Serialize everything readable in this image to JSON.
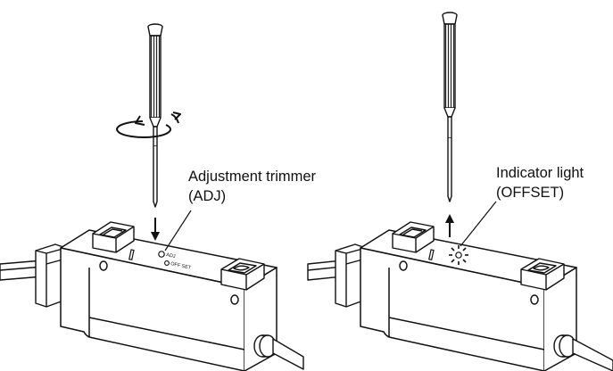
{
  "left_panel": {
    "callout_line1": "Adjustment trimmer",
    "callout_line2": "(ADJ)",
    "body_labels": {
      "adj": "ADJ",
      "offset": "OFF SET"
    }
  },
  "right_panel": {
    "callout_line1": "Indicator light",
    "callout_line2": "(OFFSET)"
  },
  "colors": {
    "line": "#111111",
    "fill": "#ffffff",
    "grip": "#dcdcdc"
  },
  "icons": [
    "screwdriver",
    "rotate-arrow",
    "down-arrow",
    "up-arrow",
    "indicator-light-glow"
  ]
}
